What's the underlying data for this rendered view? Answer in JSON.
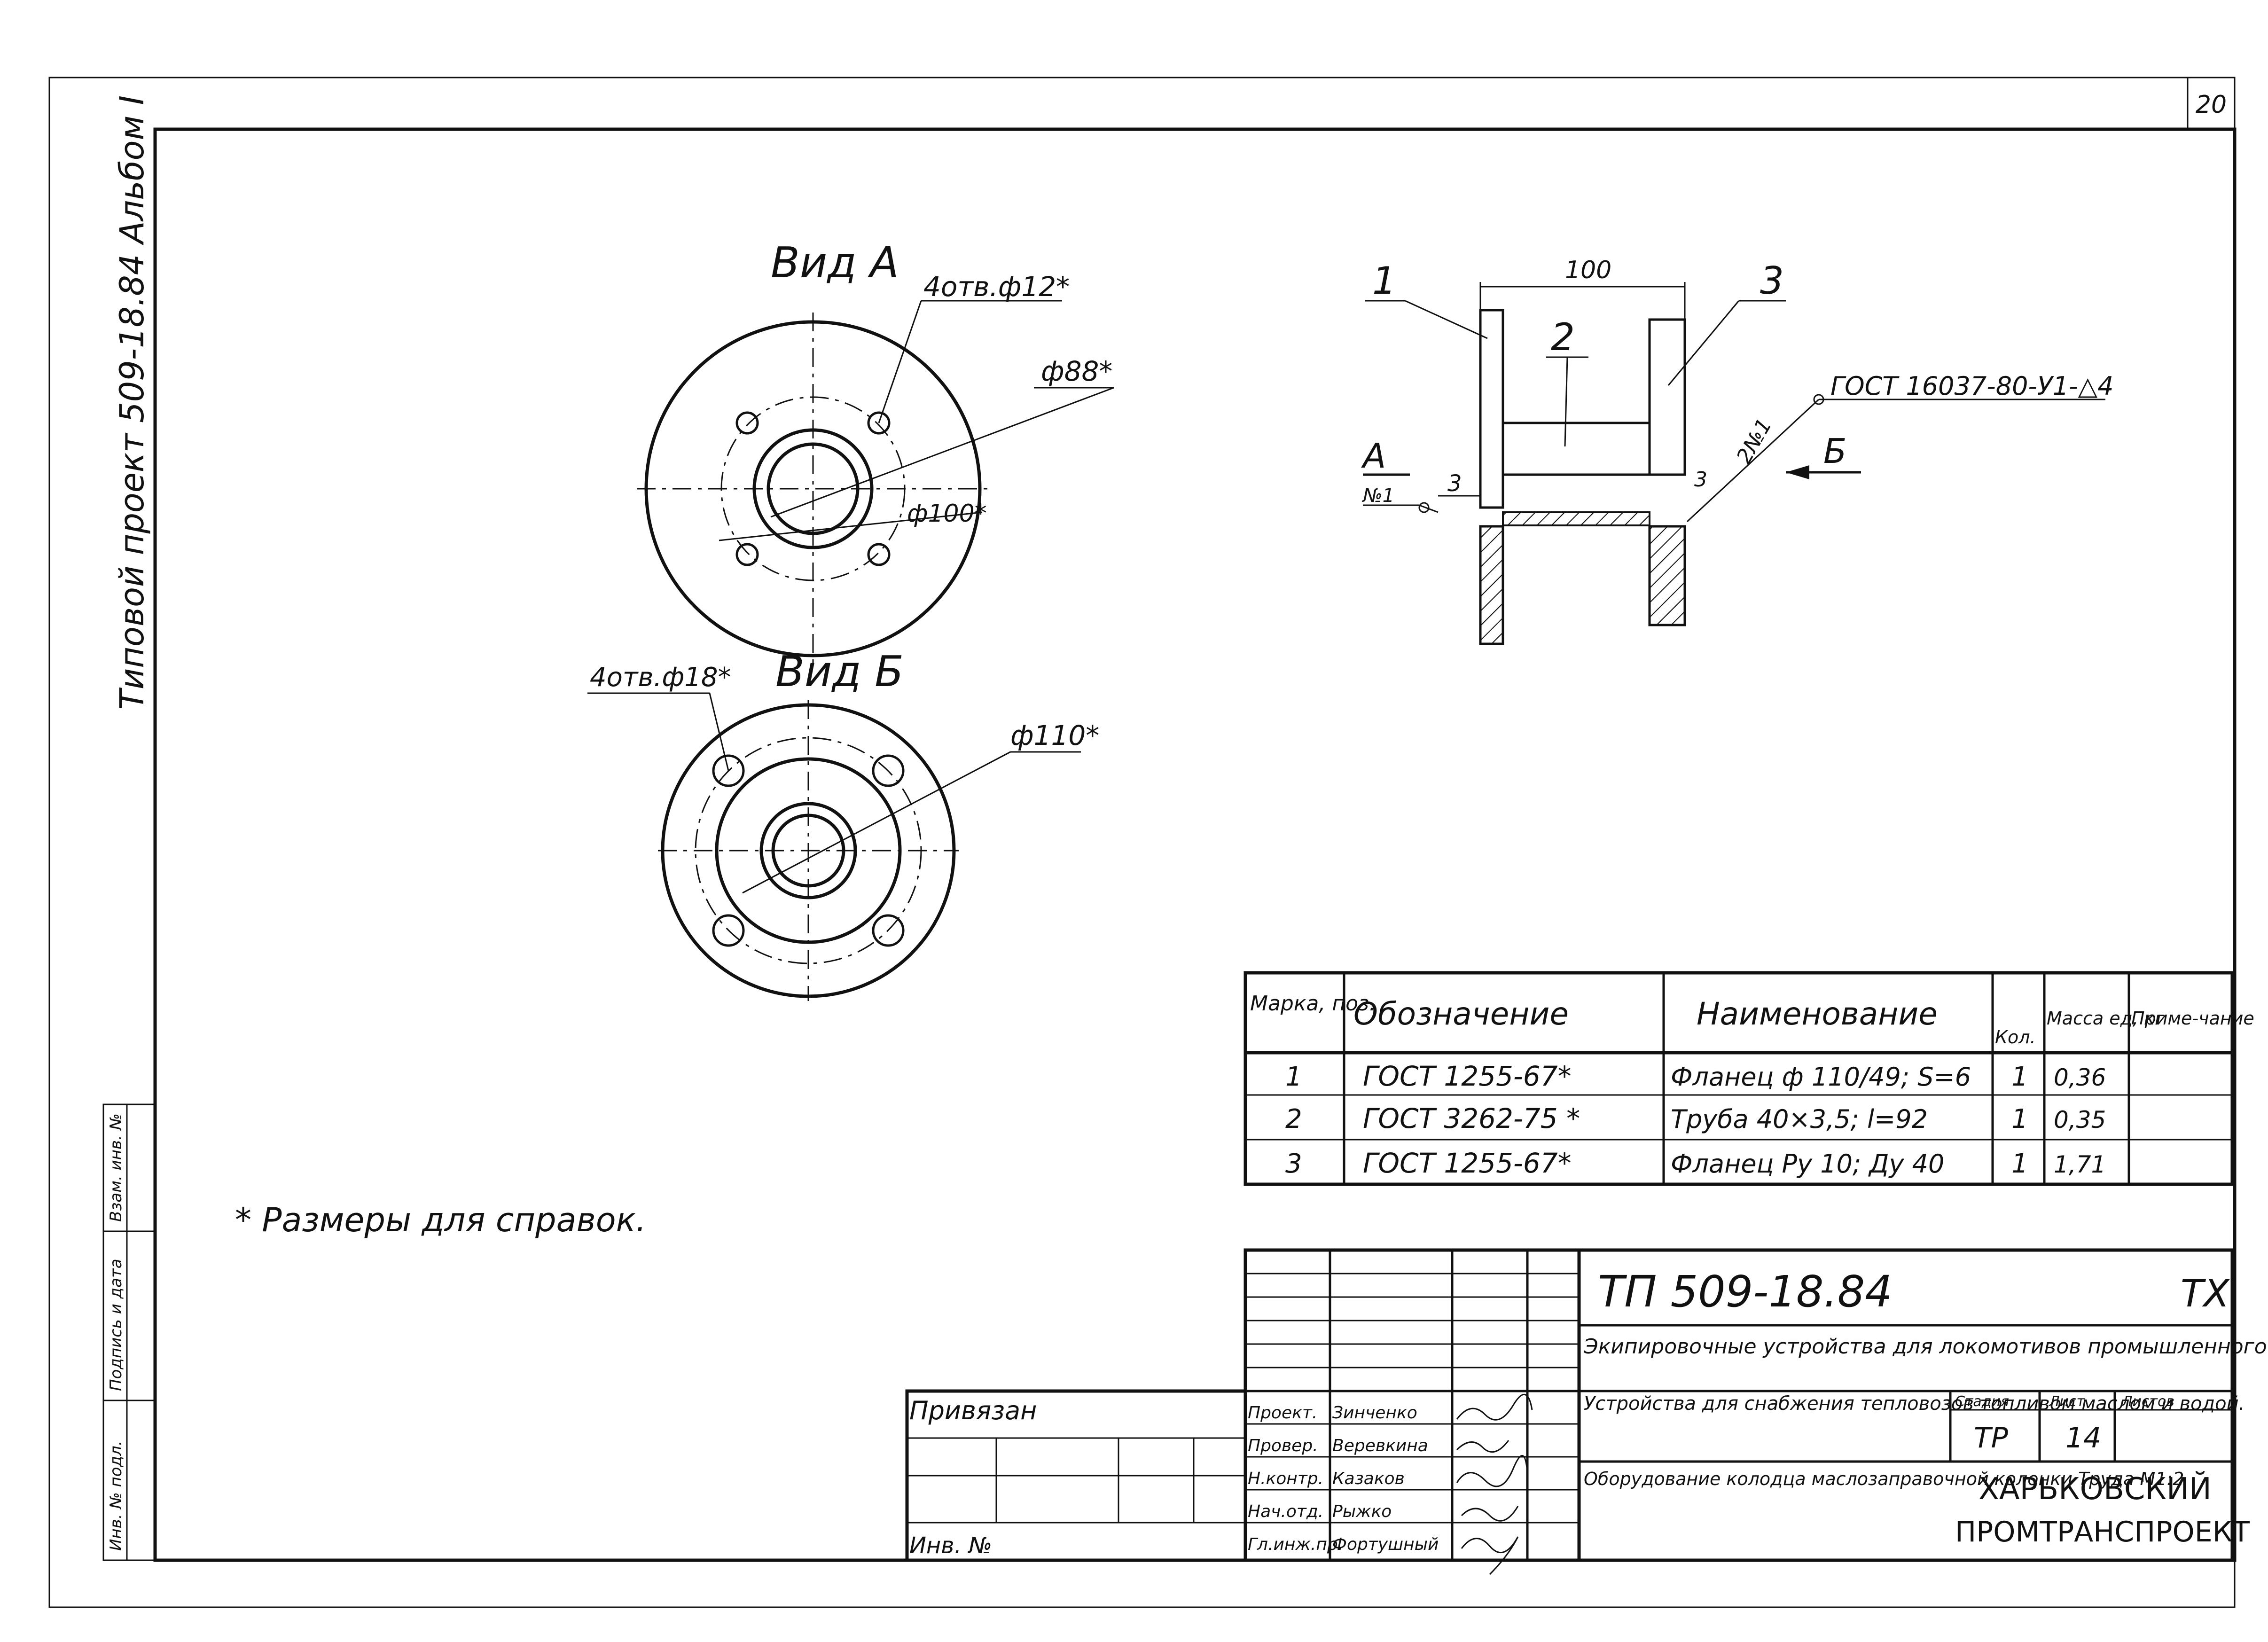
{
  "sheet_number": "20",
  "side_stamp": {
    "project": "Типовой проект 509-18.84 Альбом I",
    "fields": [
      "Инв. № подл.",
      "Подпись и дата",
      "Взам. инв. №"
    ]
  },
  "views": {
    "view_a": {
      "title": "Вид А",
      "holes": "4отв.ф12*",
      "d1": "ф88*",
      "d2": "ф100*"
    },
    "view_b": {
      "title": "Вид Б",
      "holes": "4отв.ф18*",
      "d1": "ф110*"
    },
    "section": {
      "dim_width": "100",
      "pos1": "1",
      "pos2": "2",
      "pos3": "3",
      "weld_std": "ГОСТ 16037-80-У1-△4",
      "weld2_label": "2№1",
      "arrow_a": "А",
      "arrow_a_sub": "№1",
      "arrow_b": "Б",
      "gap_left": "3",
      "gap_right": "3"
    }
  },
  "note": "* Размеры для справок.",
  "spec_table": {
    "headers": [
      "Марка, поз.",
      "Обозначение",
      "Наименование",
      "Кол.",
      "Масса ед, кг",
      "Приме-чание"
    ],
    "rows": [
      [
        "1",
        "ГОСТ 1255-67*",
        "Фланец ф 110/49; S=6",
        "1",
        "0,36",
        ""
      ],
      [
        "2",
        "ГОСТ 3262-75 *",
        "Труба 40×3,5; l=92",
        "1",
        "0,35",
        ""
      ],
      [
        "3",
        "ГОСТ 1255-67*",
        "Фланец Ру 10; Ду 40",
        "1",
        "1,71",
        ""
      ]
    ]
  },
  "title_block": {
    "code": "ТП 509-18.84",
    "mark": "ТХ",
    "title1": "Экипировочные устройства для локомотивов промышленного транспорта",
    "title2": "Устройства для снабжения тепловозов топливом маслом и водой.",
    "title3": "Оборудование колодца маслозаправочной колонки Труда М1:2",
    "stage_label": "Стадия",
    "sheet_label": "Лист",
    "sheets_label": "Листов",
    "stage": "ТР",
    "sheet": "14",
    "org1": "ХАРЬКОВСКИЙ",
    "org2": "ПРОМТРАНСПРОЕКТ",
    "privyazan": "Привязан",
    "inv_no": "Инв. №",
    "signatures": [
      {
        "role": "Проект.",
        "name": "Зинченко"
      },
      {
        "role": "Провер.",
        "name": "Веревкина"
      },
      {
        "role": "Н.контр.",
        "name": "Казаков"
      },
      {
        "role": "Нач.отд.",
        "name": "Рыжко"
      },
      {
        "role": "Гл.инж.пр.",
        "name": "Фортушный"
      }
    ]
  }
}
